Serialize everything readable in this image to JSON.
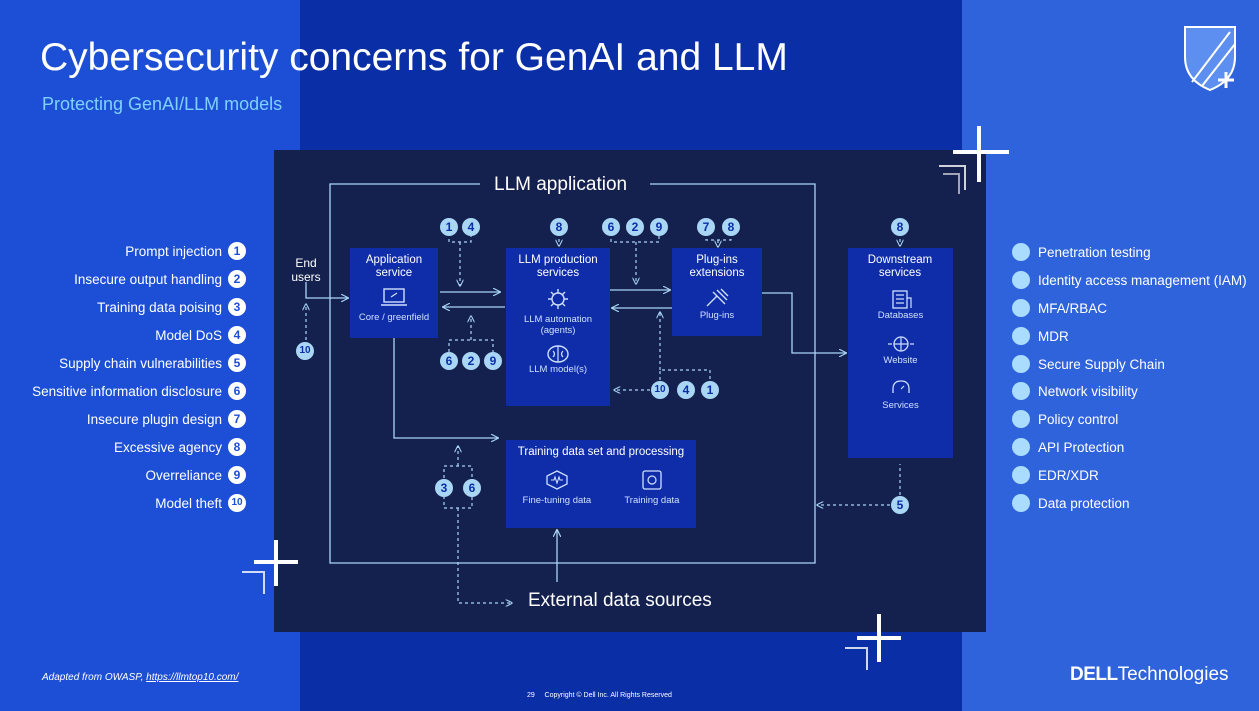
{
  "title": "Cybersecurity concerns for GenAI and LLM",
  "subtitle": "Protecting GenAI/LLM models",
  "diagram": {
    "app_label": "LLM application",
    "end_users": "End users",
    "application_service": {
      "title": "Application service",
      "sub": "Core / greenfield"
    },
    "llm_production": {
      "title": "LLM production services",
      "automation": "LLM automation (agents)",
      "model": "LLM model(s)"
    },
    "plugins": {
      "title": "Plug-ins extensions",
      "sub": "Plug-ins"
    },
    "downstream": {
      "title": "Downstream services",
      "items": [
        "Databases",
        "Website",
        "Services"
      ]
    },
    "training": {
      "title": "Training data set and processing",
      "fine_tuning": "Fine-tuning data",
      "training_data": "Training data"
    },
    "external": "External data sources",
    "badges": {
      "b1": "1",
      "b2": "4",
      "b3": "8",
      "b4": "6",
      "b5": "2",
      "b6": "9",
      "b7": "7",
      "b8": "8",
      "b9": "8",
      "b10": "10",
      "b11": "6",
      "b12": "2",
      "b13": "9",
      "b14": "10",
      "b15": "4",
      "b16": "1",
      "b17": "3",
      "b18": "6",
      "b19": "5"
    }
  },
  "threats": [
    {
      "label": "Prompt injection",
      "num": "1"
    },
    {
      "label": "Insecure output handling",
      "num": "2"
    },
    {
      "label": "Training data poising",
      "num": "3"
    },
    {
      "label": "Model DoS",
      "num": "4"
    },
    {
      "label": "Supply chain vulnerabilities",
      "num": "5"
    },
    {
      "label": "Sensitive information disclosure",
      "num": "6"
    },
    {
      "label": "Insecure plugin design",
      "num": "7"
    },
    {
      "label": "Excessive agency",
      "num": "8"
    },
    {
      "label": "Overreliance",
      "num": "9"
    },
    {
      "label": "Model theft",
      "num": "10"
    }
  ],
  "controls": [
    "Penetration testing",
    "Identity access management (IAM)",
    "MFA/RBAC",
    "MDR",
    "Secure Supply Chain",
    "Network visibility",
    "Policy control",
    "API Protection",
    "EDR/XDR",
    "Data protection"
  ],
  "footer": {
    "adapted": "Adapted from OWASP,",
    "link": "https://llmtop10.com/",
    "page": "29",
    "copyright": "Copyright © Dell Inc. All Rights Reserved"
  },
  "logo": {
    "brand": "DELL",
    "suffix": "Technologies"
  },
  "colors": {
    "slide": "#0a2ea6",
    "panel": "#14204d",
    "node": "#0f2da8",
    "accent": "#7fd2ff"
  }
}
